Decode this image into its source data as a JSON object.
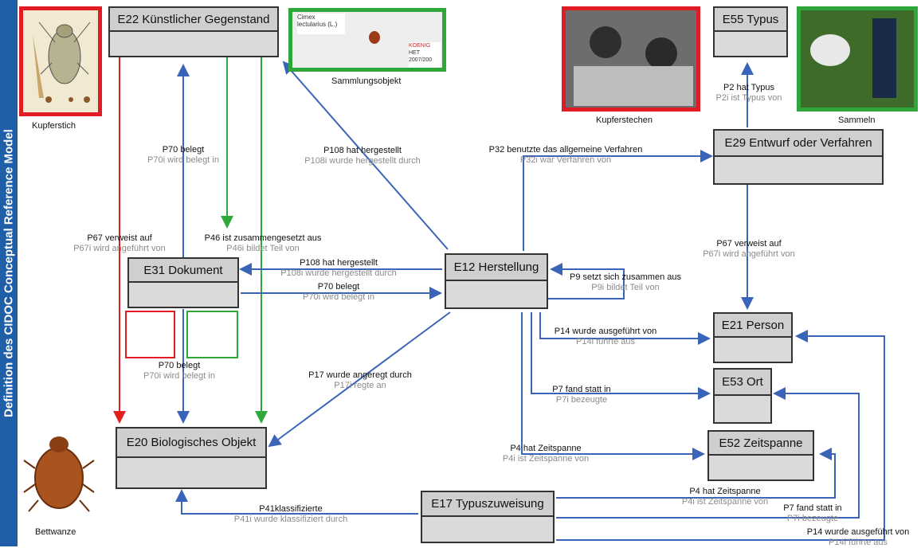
{
  "sidebar_title": "Definition des CIDOC Conceptual Reference Model",
  "entities": {
    "e22": "E22 Künstlicher Gegenstand",
    "e55": "E55 Typus",
    "e29": "E29 Entwurf oder Verfahren",
    "e31": "E31 Dokument",
    "e12": "E12 Herstellung",
    "e21": "E21 Person",
    "e53": "E53 Ort",
    "e52": "E52 Zeitspanne",
    "e20": "E20 Biologisches Objekt",
    "e17": "E17 Typuszuweisung"
  },
  "captions": {
    "kupferstich": "Kupferstich",
    "sammlungsobjekt": "Sammlungsobjekt",
    "kupferstechen": "Kupferstechen",
    "sammeln": "Sammeln",
    "bettwanze": "Bettwanze"
  },
  "labels": {
    "p2": {
      "p": "P2 hat Typus",
      "i": "P2i ist Typus von"
    },
    "p70_left": {
      "p": "P70 belegt",
      "i": "P70i wird belegt in"
    },
    "p108_top": {
      "p": "P108 hat hergestellt",
      "i": "P108i wurde hergestellt durch"
    },
    "p32": {
      "p": "P32 benutzte das allgemeine Verfahren",
      "i": "P32i war Verfahren von"
    },
    "p67_left": {
      "p": "P67 verweist auf",
      "i": "P67i wird angeführt von"
    },
    "p46": {
      "p": "P46 ist zusammengesetzt aus",
      "i": "P46i bildet Teil von"
    },
    "p67_right": {
      "p": "P67 verweist auf",
      "i": "P67i wird angeführt von"
    },
    "p108_mid": {
      "p": "P108 hat hergestellt",
      "i": "P108i wurde hergestellt durch"
    },
    "p70_mid": {
      "p": "P70 belegt",
      "i": "P70i wird belegt in"
    },
    "p9": {
      "p": "P9 setzt sich zusammen aus",
      "i": "P9i bildet Teil von"
    },
    "p14_top": {
      "p": "P14 wurde ausgeführt von",
      "i": "P14i führte aus"
    },
    "p70_low": {
      "p": "P70 belegt",
      "i": "P70i wird belegt in"
    },
    "p17": {
      "p": "P17 wurde angeregt durch",
      "i": "P17i regte an"
    },
    "p7_top": {
      "p": "P7 fand statt in",
      "i": "P7i bezeugte"
    },
    "p4_top": {
      "p": "P4 hat Zeitspanne",
      "i": "P4i ist Zeitspanne von"
    },
    "p4_low": {
      "p": "P4 hat Zeitspanne",
      "i": "P4i ist Zeitspanne von"
    },
    "p41": {
      "p": "P41klassifizierte",
      "i": "P41i wurde klassifiziert durch"
    },
    "p7_low": {
      "p": "P7 fand statt in",
      "i": "P7i bezeugte"
    },
    "p14_low": {
      "p": "P14 wurde ausgeführt von",
      "i": "P14i führte aus"
    }
  },
  "label_text": {
    "sammlung": [
      "Cimex",
      "lectularius (L.)",
      "KOENIG",
      "HET 2007/200"
    ]
  },
  "colors": {
    "blue": "#3a64b8",
    "red": "#e02020",
    "green": "#2faa3a",
    "frame_red": "#e01b24",
    "frame_green": "#2ea63a"
  }
}
